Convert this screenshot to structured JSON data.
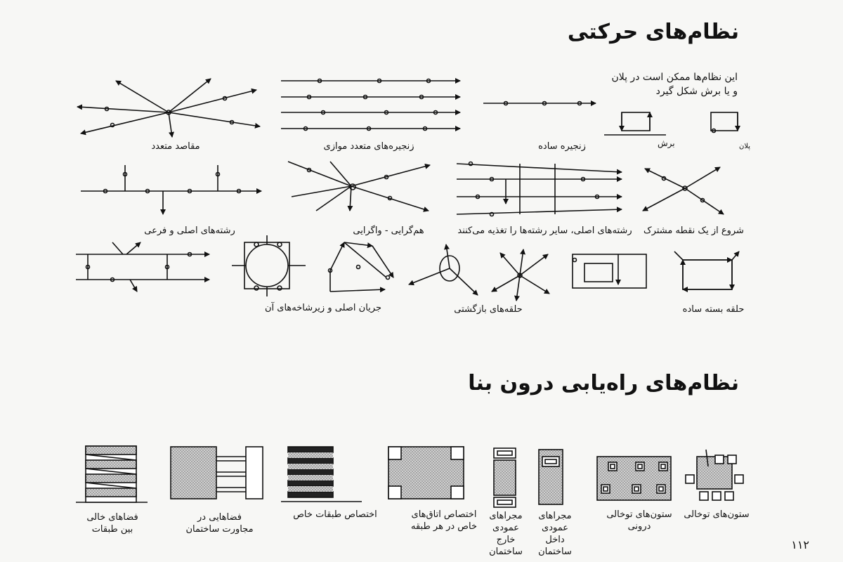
{
  "headings": {
    "movement_systems": "نظام‌های حرکتی",
    "wayfinding_systems": "نظام‌های راه‌یابی درون بنا"
  },
  "note": {
    "line1": "این نظام‌ها ممکن است در پلان",
    "line2": "و یا برش شکل گیرد"
  },
  "diagram_sublabels": {
    "section": "برش",
    "plan": "پلان"
  },
  "movement_row1": [
    "مقاصد متعدد",
    "زنجیره‌های متعدد موازی",
    "زنجیره ساده"
  ],
  "movement_row2": [
    "رشته‌های اصلی و فرعی",
    "هم‌گرایی - واگرایی",
    "رشته‌های اصلی، سایر رشته‌ها را تغذیه می‌کنند",
    "شروع از یک نقطه مشترک"
  ],
  "movement_row3": [
    "جریان اصلی و زیرشاخه‌های آن",
    "حلقه‌های بازگشتی",
    "حلقه بسته ساده"
  ],
  "wayfinding": [
    {
      "line1": "فضاهای خالی",
      "line2": "بین طبقات",
      "line3": "",
      "line4": ""
    },
    {
      "line1": "فضاهایی در",
      "line2": "مجاورت ساختمان",
      "line3": "",
      "line4": ""
    },
    {
      "line1": "اختصاص طبقات خاص",
      "line2": "",
      "line3": "",
      "line4": ""
    },
    {
      "line1": "اختصاص اتاق‌های",
      "line2": "خاص در هر طبقه",
      "line3": "",
      "line4": ""
    },
    {
      "line1": "مجراهای",
      "line2": "عمودی",
      "line3": "خارج",
      "line4": "ساختمان"
    },
    {
      "line1": "مجراهای",
      "line2": "عمودی",
      "line3": "داخل",
      "line4": "ساختمان"
    },
    {
      "line1": "ستون‌های توخالی",
      "line2": "درونی",
      "line3": "",
      "line4": ""
    },
    {
      "line1": "ستون‌های توخالی",
      "line2": "",
      "line3": "",
      "line4": ""
    }
  ],
  "page_number": "۱۱۲"
}
